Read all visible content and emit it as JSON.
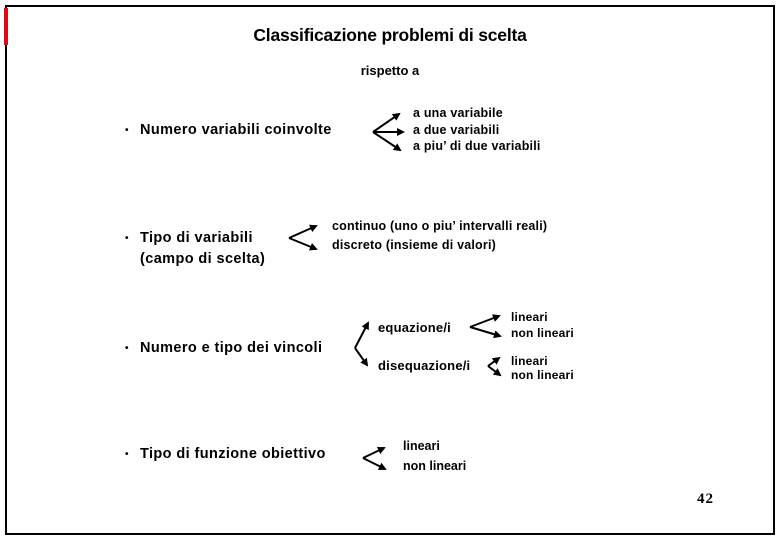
{
  "slide": {
    "title": "Classificazione problemi di scelta",
    "subtitle": "rispetto a",
    "page_number": "42",
    "bullet_char": "•",
    "colors": {
      "background": "#ffffff",
      "text": "#000000",
      "frame": "#000000",
      "accent_red": "#e30613"
    },
    "bullets": {
      "b1": {
        "label": "Numero variabili coinvolte",
        "children": [
          "a una variabile",
          "a due variabili",
          "a piu’ di due variabili"
        ]
      },
      "b2": {
        "label": "Tipo di variabili",
        "label2": "(campo di scelta)",
        "children": [
          "continuo (uno o piu’ intervalli reali)",
          "discreto (insieme di valori)"
        ]
      },
      "b3": {
        "label": "Numero e tipo dei vincoli",
        "children": {
          "c1": {
            "label": "equazione/i",
            "children": [
              "lineari",
              "non lineari"
            ]
          },
          "c2": {
            "label": "disequazione/i",
            "children": [
              "lineari",
              "non lineari"
            ]
          }
        }
      },
      "b4": {
        "label": "Tipo di funzione obiettivo",
        "children": [
          "lineari",
          "non lineari"
        ]
      }
    }
  }
}
